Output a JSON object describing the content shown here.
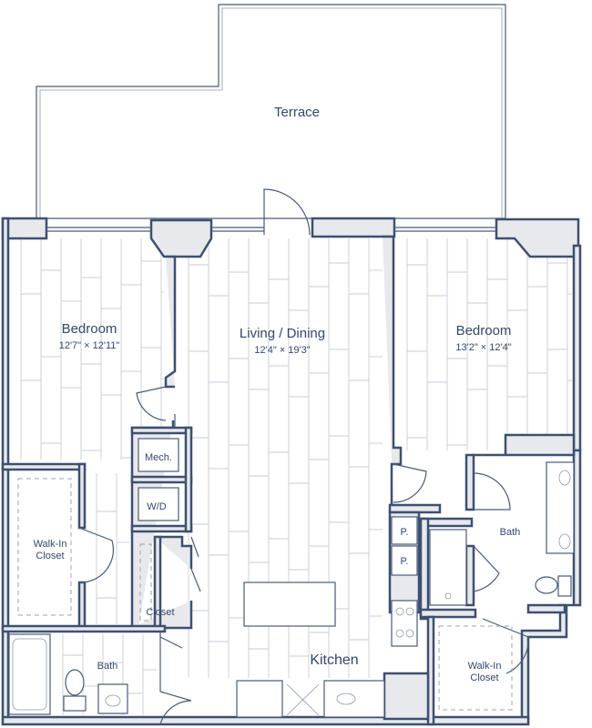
{
  "terrace": {
    "label": "Terrace"
  },
  "bedroom_left": {
    "label": "Bedroom",
    "dimensions": "12'7\" × 12'11\""
  },
  "living": {
    "label": "Living / Dining",
    "dimensions": "12'4\" × 19'3\""
  },
  "bedroom_right": {
    "label": "Bedroom",
    "dimensions": "13'2\" × 12'4\""
  },
  "walkin_left": {
    "line1": "Walk-In",
    "line2": "Closet"
  },
  "walkin_right": {
    "line1": "Walk-In",
    "line2": "Closet"
  },
  "mech": {
    "label": "Mech."
  },
  "wd": {
    "label": "W/D"
  },
  "closet": {
    "label": "Closet"
  },
  "bath_left": {
    "label": "Bath"
  },
  "bath_right": {
    "label": "Bath"
  },
  "kitchen": {
    "label": "Kitchen"
  },
  "pantry": [
    "P.",
    "P."
  ]
}
